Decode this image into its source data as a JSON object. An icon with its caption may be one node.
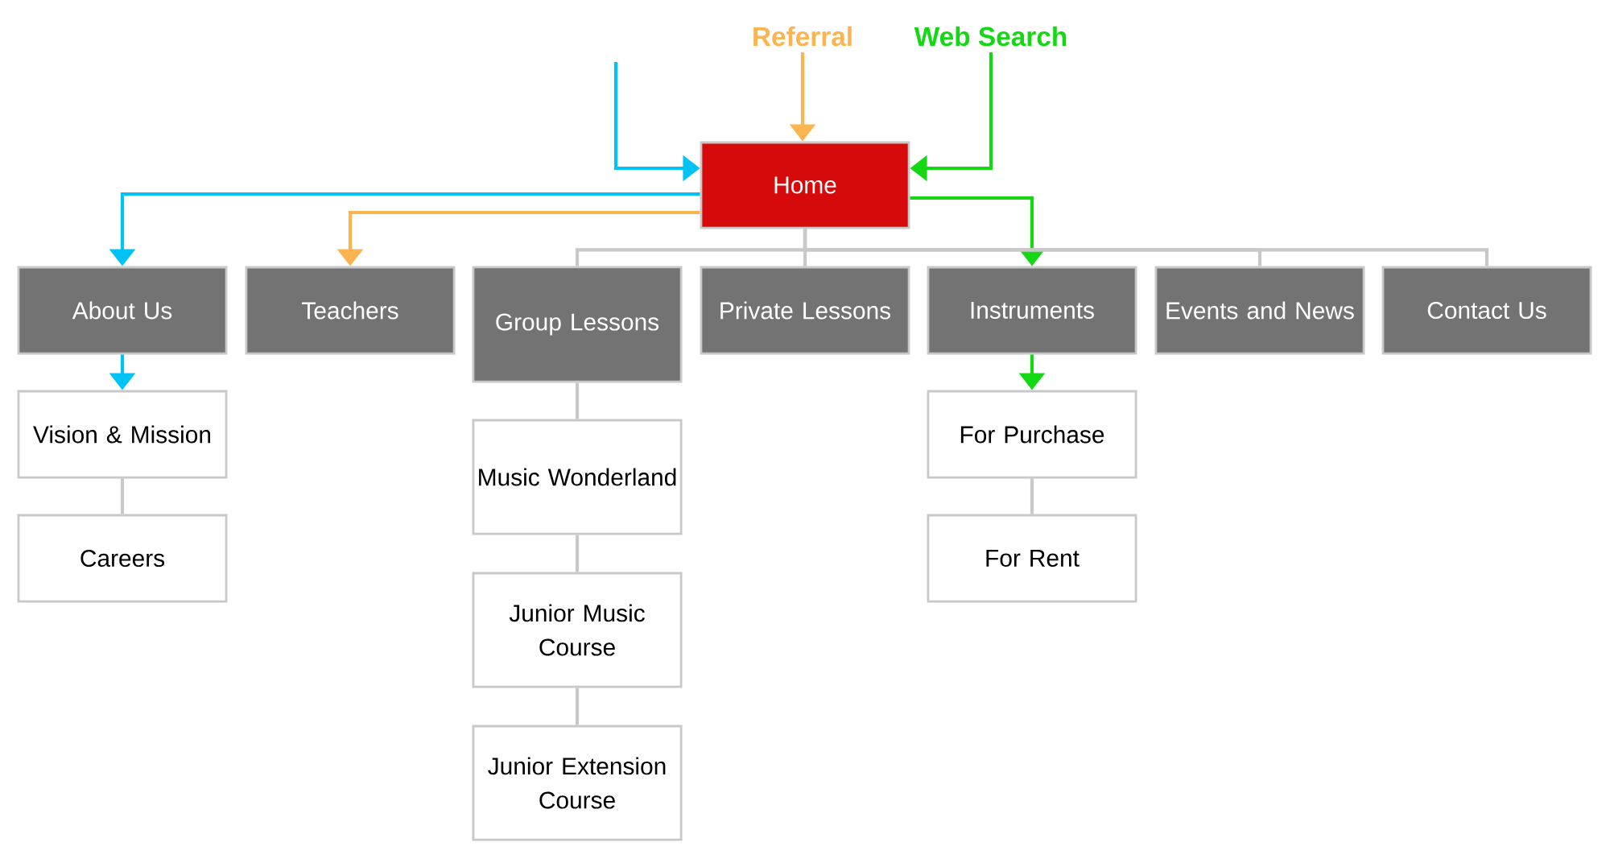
{
  "diagram": {
    "nodes": [
      {
        "text": [
          "Home"
        ]
      },
      {
        "text": [
          "About Us"
        ]
      },
      {
        "text": [
          "Teachers"
        ]
      },
      {
        "text": [
          "Group Lessons"
        ]
      },
      {
        "text": [
          "Private Lessons"
        ]
      },
      {
        "text": [
          "Instruments"
        ]
      },
      {
        "text": [
          "Events and News"
        ]
      },
      {
        "text": [
          "Contact Us"
        ]
      },
      {
        "text": [
          "Vision & Mission"
        ]
      },
      {
        "text": [
          "Careers"
        ]
      },
      {
        "text": [
          "Music Wonderland"
        ]
      },
      {
        "text": [
          "Junior Music Course"
        ]
      },
      {
        "text": [
          "Junior Extension Course"
        ]
      },
      {
        "text": [
          "For Purchase"
        ]
      },
      {
        "text": [
          "For Rent"
        ]
      },
      {
        "text": [
          "Referral"
        ]
      },
      {
        "text": [
          "Web Search"
        ]
      }
    ],
    "edges": [
      {
        "from": null,
        "to": 0,
        "arrow": "to",
        "color": "#00c3f5"
      },
      {
        "from": 15,
        "to": 0,
        "arrow": "to",
        "color": "#fbb450"
      },
      {
        "from": 16,
        "to": 0,
        "arrow": "to",
        "color": "#14d814"
      },
      {
        "from": 0,
        "to": 1,
        "arrow": "to",
        "color": "#00c3f5"
      },
      {
        "from": 0,
        "to": 2,
        "arrow": "to",
        "color": "#fbb450"
      },
      {
        "from": 0,
        "to": 5,
        "arrow": "to",
        "color": "#14d814"
      },
      {
        "from": 0,
        "to": 3,
        "arrow": "none"
      },
      {
        "from": 0,
        "to": 4,
        "arrow": "none"
      },
      {
        "from": 0,
        "to": 6,
        "arrow": "none"
      },
      {
        "from": 0,
        "to": 7,
        "arrow": "none"
      },
      {
        "from": 1,
        "to": 8,
        "arrow": "to",
        "color": "#00c3f5"
      },
      {
        "from": 8,
        "to": 9,
        "arrow": "none"
      },
      {
        "from": 3,
        "to": 10,
        "arrow": "none"
      },
      {
        "from": 10,
        "to": 11,
        "arrow": "none"
      },
      {
        "from": 11,
        "to": 12,
        "arrow": "none"
      },
      {
        "from": 5,
        "to": 13,
        "arrow": "to",
        "color": "#14d814"
      },
      {
        "from": 13,
        "to": 14,
        "arrow": "none"
      }
    ]
  }
}
